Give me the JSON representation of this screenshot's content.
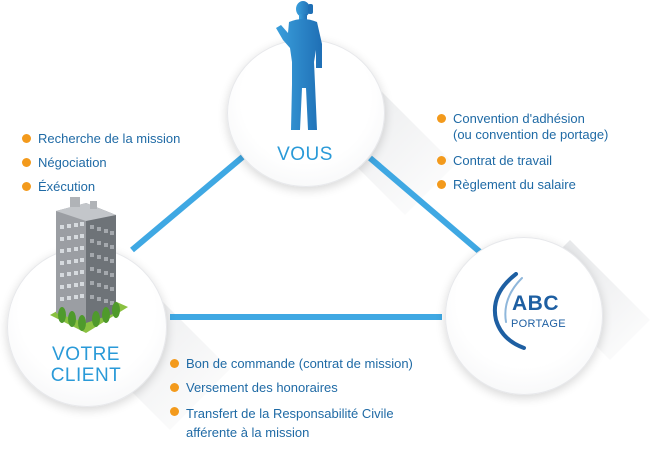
{
  "nodes": {
    "vous": {
      "label": "VOUS"
    },
    "client": {
      "label_line1": "VOTRE",
      "label_line2": "CLIENT"
    },
    "abc": {
      "logo_main": "ABC",
      "logo_sub": "PORTAGE"
    }
  },
  "lists": {
    "client_tasks": [
      "Recherche de la mission",
      "Négociation",
      "Éxécution"
    ],
    "abc_contracts": [
      "Convention d'adhésion\n(ou convention de portage)",
      "Contrat de travail",
      "Règlement du salaire"
    ],
    "mission_items": [
      "Bon de commande (contrat de mission)",
      "Versement des honoraires",
      "Transfert de la Responsabilité Civile\nafférente à la mission"
    ]
  },
  "colors": {
    "accent_blue": "#2a9ad8",
    "text_blue": "#1f6aa5",
    "bullet_orange": "#f39a1c",
    "connector": "#3fa8e3"
  },
  "icons": {
    "vous": "person-silhouette-icon",
    "client": "office-building-icon",
    "abc": "abc-portage-logo"
  }
}
